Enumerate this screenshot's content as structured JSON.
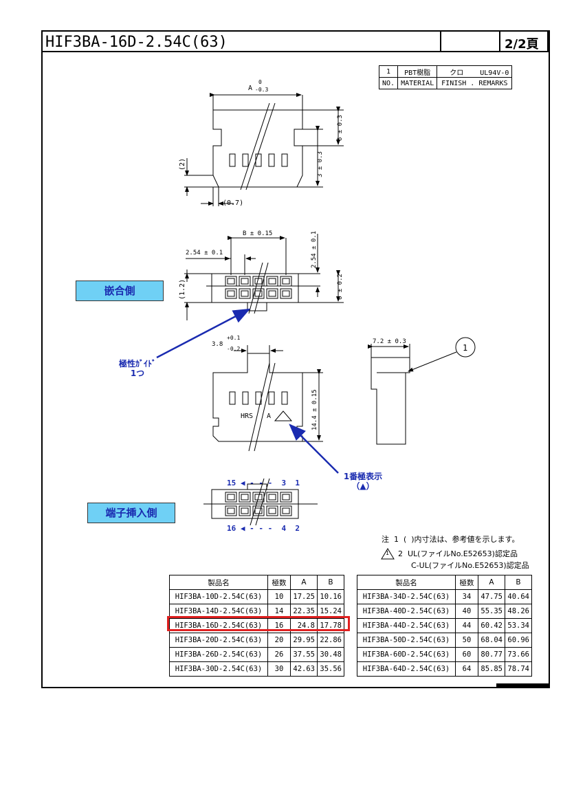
{
  "header": {
    "title": "HIF3BA-16D-2.54C(63)",
    "page": "2/2頁"
  },
  "material_table": {
    "row1": [
      "1",
      "PBT樹脂",
      "クロ",
      "UL94V-0"
    ],
    "row2": [
      "NO.",
      "MATERIAL",
      "FINISH . REMARKS"
    ]
  },
  "drawing": {
    "dim_a": "A",
    "dim_a_tol_top": "0",
    "dim_a_tol_bottom": "-0.3",
    "dim_6": "6 ± 0.3",
    "dim_3": "3 ± 0.3",
    "dim_2": "(2)",
    "dim_07": "(0.7)",
    "dim_b": "B ± 0.15",
    "dim_254_h": "2.54 ± 0.1",
    "dim_254_v": "2.54 ± 0.1",
    "dim_12": "(1.2)",
    "dim_6_02": "6 ± 0.2",
    "dim_38": "3.8",
    "dim_38_tol_top": "+0.1",
    "dim_38_tol_bottom": "-0.2",
    "dim_144": "14.4 ± 0.15",
    "dim_72": "7.2 ± 0.3",
    "balloon_1": "1",
    "mark_hrs": "HRS",
    "mark_a": "A",
    "pin_top": "15 ◀ - - -  3  1",
    "pin_bottom": "16 ◀ - - -  4  2"
  },
  "labels": {
    "mating_side": "嵌合側",
    "polarity_guide": "極性ｶﾞｲﾄﾞ\n1つ",
    "pin1_mark": "1番極表示\n（▲）",
    "insertion_side": "端子挿入側"
  },
  "notes": {
    "note1": "注  1  (  )内寸法は、参考値を示します。",
    "note2": "2  UL(ファイルNo.E52653)認定品",
    "note3": "C-UL(ファイルNo.E52653)認定品",
    "note2_mark": "1"
  },
  "products": {
    "headers": [
      "製品名",
      "極数",
      "A",
      "B"
    ],
    "left": [
      [
        "HIF3BA-10D-2.54C(63)",
        "10",
        "17.25",
        "10.16"
      ],
      [
        "HIF3BA-14D-2.54C(63)",
        "14",
        "22.35",
        "15.24"
      ],
      [
        "HIF3BA-16D-2.54C(63)",
        "16",
        "24.8",
        "17.78"
      ],
      [
        "HIF3BA-20D-2.54C(63)",
        "20",
        "29.95",
        "22.86"
      ],
      [
        "HIF3BA-26D-2.54C(63)",
        "26",
        "37.55",
        "30.48"
      ],
      [
        "HIF3BA-30D-2.54C(63)",
        "30",
        "42.63",
        "35.56"
      ]
    ],
    "right": [
      [
        "HIF3BA-34D-2.54C(63)",
        "34",
        "47.75",
        "40.64"
      ],
      [
        "HIF3BA-40D-2.54C(63)",
        "40",
        "55.35",
        "48.26"
      ],
      [
        "HIF3BA-44D-2.54C(63)",
        "44",
        "60.42",
        "53.34"
      ],
      [
        "HIF3BA-50D-2.54C(63)",
        "50",
        "68.04",
        "60.96"
      ],
      [
        "HIF3BA-60D-2.54C(63)",
        "60",
        "80.77",
        "73.66"
      ],
      [
        "HIF3BA-64D-2.54C(63)",
        "64",
        "85.85",
        "78.74"
      ]
    ]
  },
  "colors": {
    "highlight": "#e02020",
    "label_bg": "#6fd0f5",
    "label_text": "#1a2bb0",
    "arrow": "#1a2bb0"
  }
}
